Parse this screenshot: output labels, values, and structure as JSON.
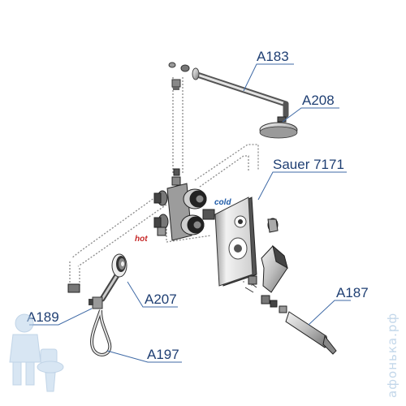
{
  "labels": {
    "a183": "A183",
    "a208": "A208",
    "sauer": "Sauer 7171",
    "a207": "A207",
    "a189": "A189",
    "a187": "A187",
    "a197": "A197",
    "cold": "cold",
    "hot": "hot"
  },
  "colors": {
    "label_text": "#1f3f73",
    "leader_line": "#3f6aa6",
    "cold": "#1e5ba8",
    "hot": "#c62828",
    "watermark": "#c3d7ea"
  },
  "watermark": {
    "text": "афонька.рф",
    "icon": "plumber-mascot-icon"
  }
}
